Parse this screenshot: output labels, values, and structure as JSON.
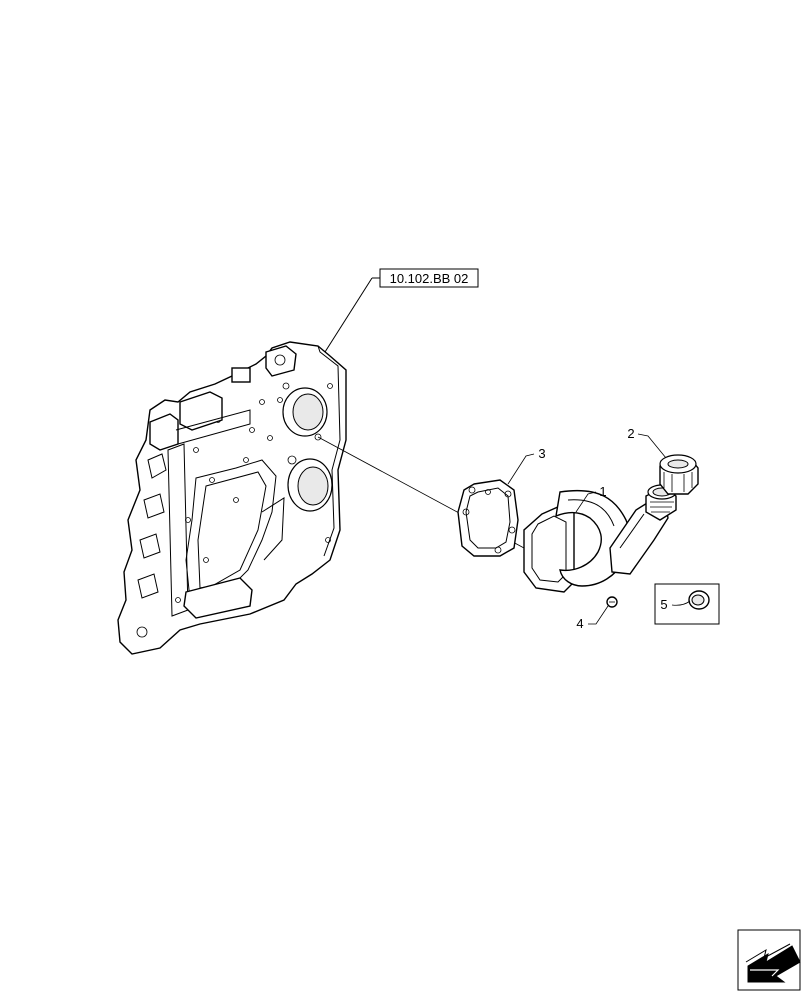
{
  "reference_label": "10.102.BB 02",
  "callouts": {
    "item1": "1",
    "item2": "2",
    "item3": "3",
    "item4": "4",
    "item5": "5"
  },
  "icons": {
    "navigation": "arrow-down-left-icon"
  }
}
